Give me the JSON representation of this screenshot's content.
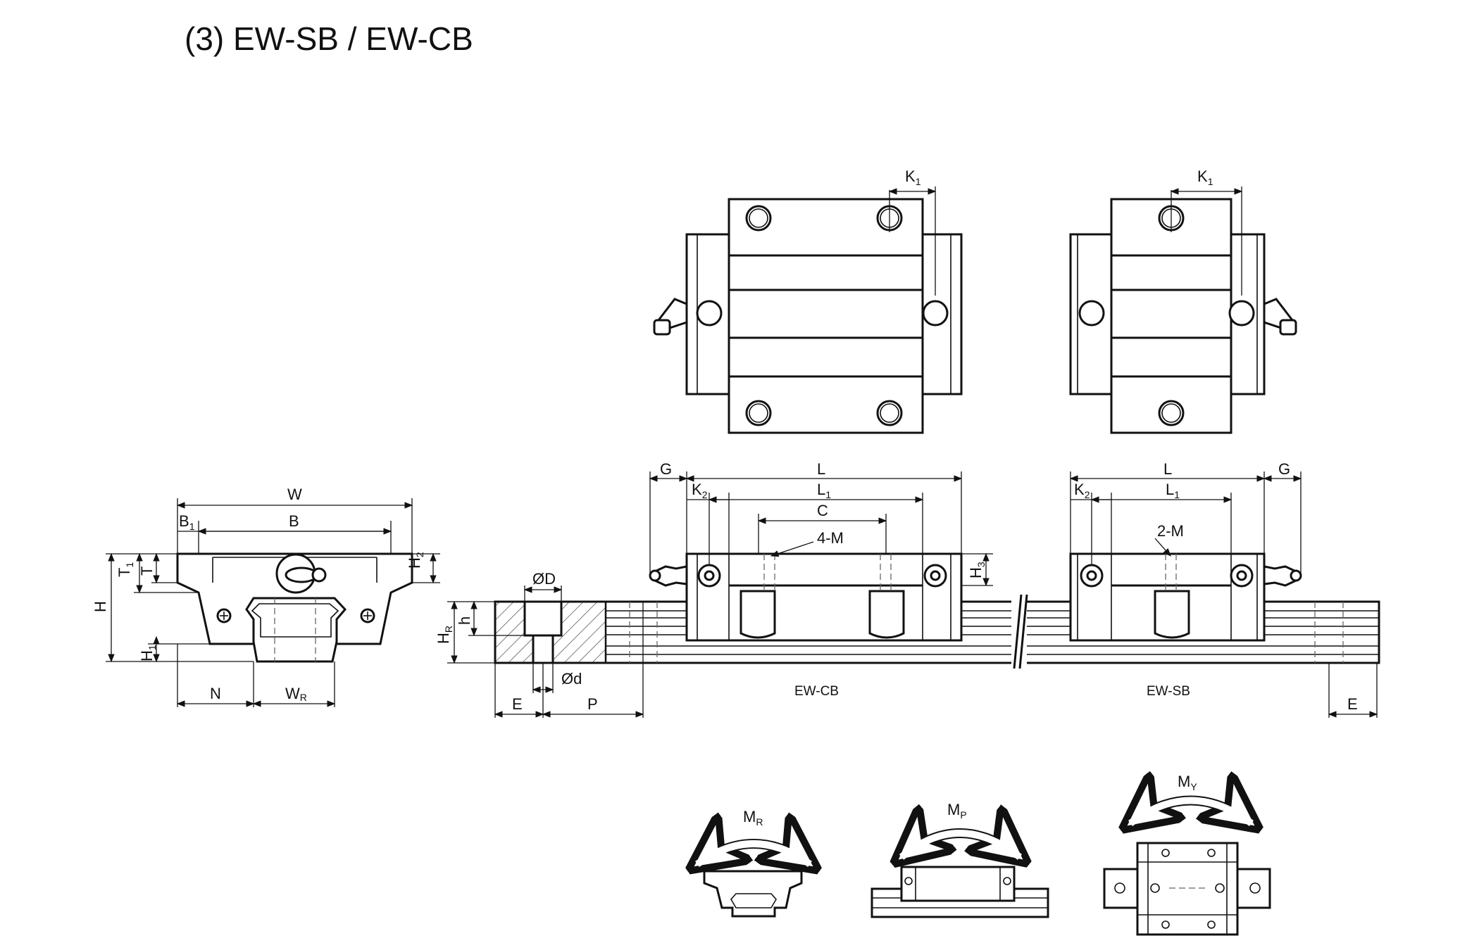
{
  "title": "(3) EW-SB / EW-CB",
  "labels": {
    "W": "W",
    "B1": "B",
    "B1_sub": "1",
    "B": "B",
    "H2": "H",
    "H2_sub": "2",
    "T1": "T",
    "T1_sub": "1",
    "T": "T",
    "H": "H",
    "H1": "H",
    "H1_sub": "1",
    "N": "N",
    "WR": "W",
    "WR_sub": "R",
    "OD": "ØD",
    "Od": "Ød",
    "HR": "H",
    "HR_sub": "R",
    "h": "h",
    "E_left": "E",
    "P": "P",
    "E_right": "E",
    "G_left": "G",
    "L_cb": "L",
    "K2_cb": "K",
    "K2_cb_sub": "2",
    "L1_cb": "L",
    "L1_cb_sub": "1",
    "C": "C",
    "M4": "4-M",
    "H3": "H",
    "H3_sub": "3",
    "L_sb": "L",
    "G_right": "G",
    "K2_sb": "K",
    "K2_sb_sub": "2",
    "L1_sb": "L",
    "L1_sb_sub": "1",
    "M2": "2-M",
    "K1_top_left": "K",
    "K1_top_left_sub": "1",
    "K1_top_right": "K",
    "K1_top_right_sub": "1",
    "EWCB": "EW-CB",
    "EWSB": "EW-SB",
    "MR": "M",
    "MR_sub": "R",
    "MP": "M",
    "MP_sub": "P",
    "MY": "M",
    "MY_sub": "Y"
  }
}
